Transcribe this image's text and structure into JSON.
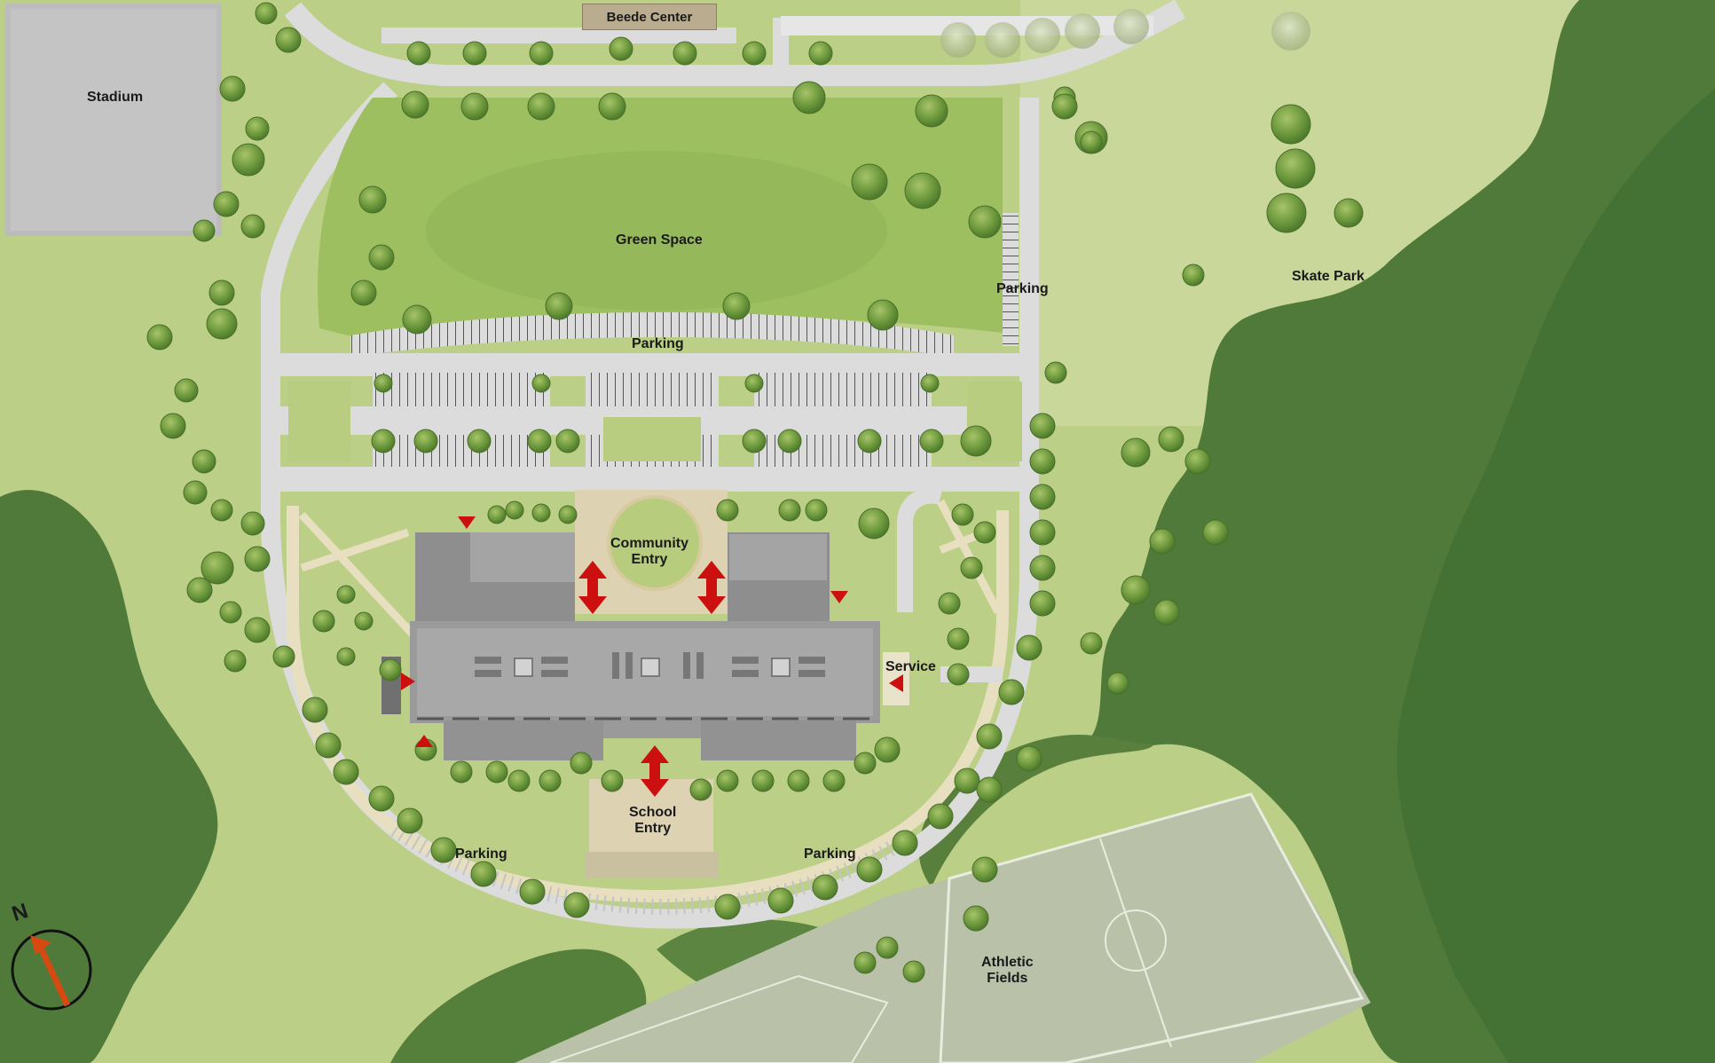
{
  "map": {
    "labels": {
      "beede_center": "Beede Center",
      "stadium": "Stadium",
      "green_space": "Green Space",
      "parking_north": "Parking",
      "parking_east": "Parking",
      "skate_park": "Skate Park",
      "community_entry_line1": "Community",
      "community_entry_line2": "Entry",
      "service": "Service",
      "school_entry_line1": "School",
      "school_entry_line2": "Entry",
      "parking_southwest": "Parking",
      "parking_southeast": "Parking",
      "athletic_fields_line1": "Athletic",
      "athletic_fields_line2": "Fields",
      "north_arrow": "N"
    },
    "colors": {
      "lawn": "#bccf86",
      "lawn_light": "#cfdc9e",
      "forest": "#4f7a3a",
      "forest_dark": "#3b6430",
      "road": "#dcdcdc",
      "walkway": "#e7dfbf",
      "building": "#8e8e8e",
      "building_roof": "#a4a4a4",
      "field": "#b9c2a8",
      "entry_arrow": "#cc1010",
      "north_arrow": "#d64a12"
    }
  }
}
